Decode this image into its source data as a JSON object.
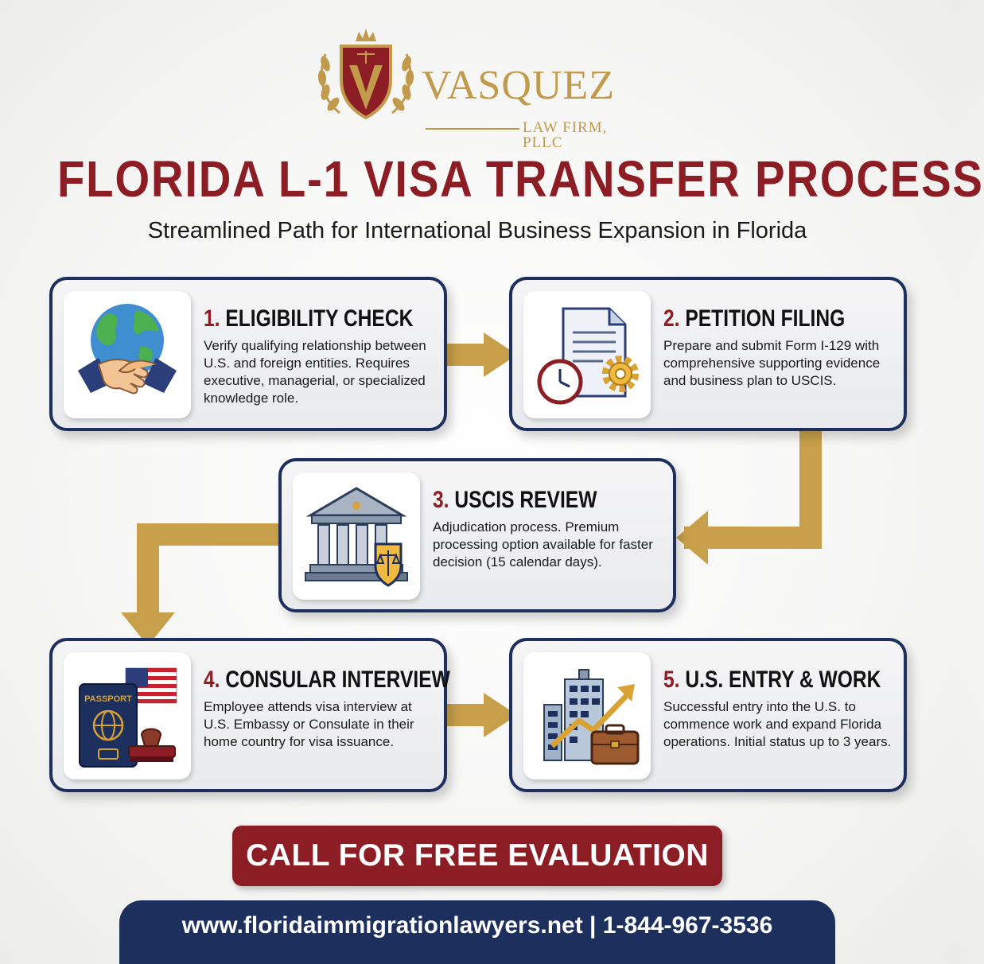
{
  "brand": {
    "name": "VASQUEZ",
    "sub": "LAW FIRM, PLLC",
    "colors": {
      "gold": "#c19a4b",
      "maroon": "#8c1d24",
      "navy": "#1d2f5c"
    }
  },
  "title": "FLORIDA L-1 VISA TRANSFER PROCESS",
  "subtitle": "Streamlined Path for International Business Expansion in Florida",
  "steps": [
    {
      "num": "1.",
      "title": "ELIGIBILITY CHECK",
      "desc": "Verify qualifying relationship between U.S. and foreign entities. Requires executive, managerial, or specialized knowledge role.",
      "icon": "handshake-globe-icon"
    },
    {
      "num": "2.",
      "title": "PETITION FILING",
      "desc": "Prepare and submit Form I-129 with comprehensive supporting evidence and business plan to USCIS.",
      "icon": "document-clock-gear-icon"
    },
    {
      "num": "3.",
      "title": "USCIS REVIEW",
      "desc": "Adjudication process. Premium processing option available for faster decision (15 calendar days).",
      "icon": "courthouse-scales-icon"
    },
    {
      "num": "4.",
      "title": "CONSULAR INTERVIEW",
      "desc": "Employee attends visa interview at U.S. Embassy or Consulate in their home country for visa issuance.",
      "icon": "passport-stamp-icon",
      "passport_label": "PASSPORT"
    },
    {
      "num": "5.",
      "title": "U.S. ENTRY & WORK",
      "desc": "Successful entry into the U.S. to commence work and expand Florida operations. Initial status up to 3 years.",
      "icon": "city-growth-briefcase-icon"
    }
  ],
  "cta": "CALL FOR FREE EVALUATION",
  "footer": "www.floridaimmigrationlawyers.net | 1-844-967-3536"
}
